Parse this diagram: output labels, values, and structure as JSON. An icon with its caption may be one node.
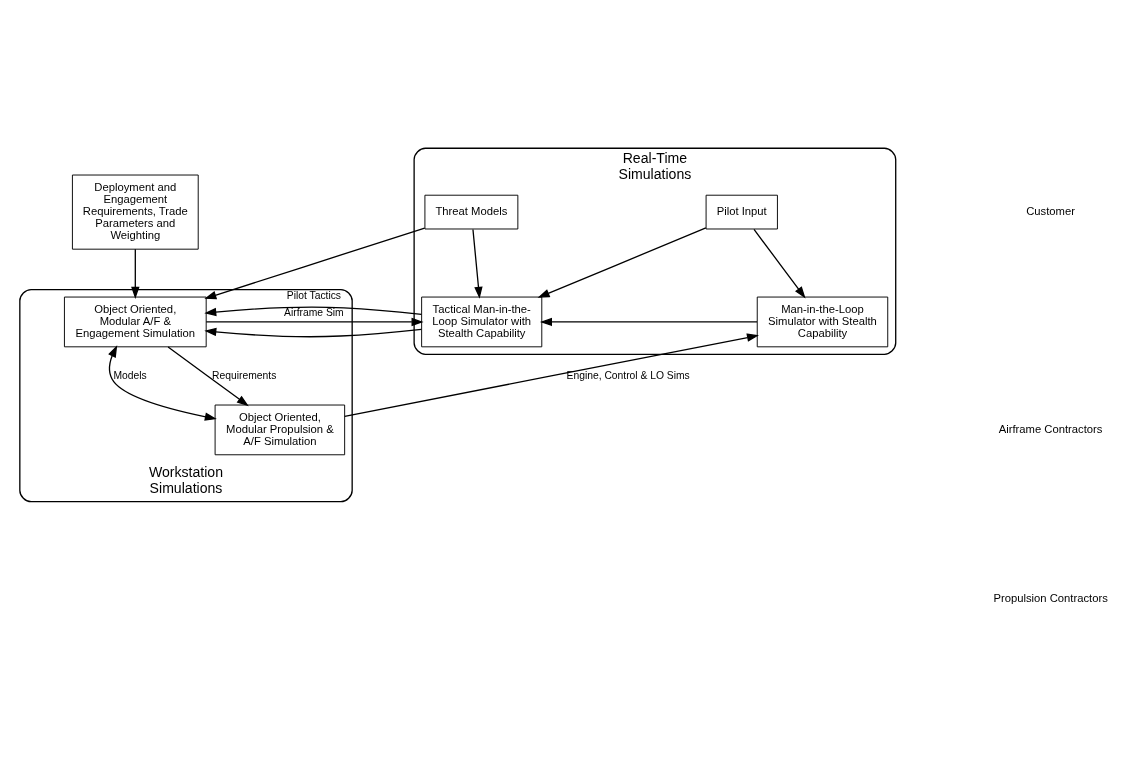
{
  "diagram": {
    "nodes": [
      {
        "text": [
          "Deployment and Engagement Requirements, Trade Parameters and Weighting"
        ]
      },
      {
        "text": [
          "Real-Time Simulations"
        ]
      },
      {
        "text": [
          "Workstation Simulations"
        ]
      },
      {
        "text": [
          "Object Oriented, Modular A/F & Engagement Simulation"
        ],
        "in": 2
      },
      {
        "text": [
          "Threat Models"
        ],
        "in": 1
      },
      {
        "text": [
          "Pilot Input"
        ],
        "in": 1
      },
      {
        "text": [
          "Tactical Man-in-the-Loop Simulator with Stealth Capability"
        ],
        "in": 1
      },
      {
        "text": [
          "Object Oriented, Modular Propulsion & A/F Simulation"
        ],
        "in": 2
      },
      {
        "text": [
          "Man-in-the-Loop Simulator with Stealth Capability"
        ],
        "in": 1
      }
    ],
    "edges": [
      {
        "from": 0,
        "to": 3,
        "arrow": "to"
      },
      {
        "from": 4,
        "to": 3,
        "arrow": "to"
      },
      {
        "from": 4,
        "to": 6,
        "arrow": "to"
      },
      {
        "from": 5,
        "to": 6,
        "arrow": "to"
      },
      {
        "from": 3,
        "to": 6,
        "arrow": "to",
        "label": "Airframe Sim"
      },
      {
        "from": 6,
        "to": 3,
        "arrow": "to",
        "label": "Pilot Tactics"
      },
      {
        "from": 3,
        "to": 7,
        "arrow": "both",
        "label": "Models"
      },
      {
        "from": 3,
        "to": 7,
        "arrow": "to",
        "label": "Requirements"
      },
      {
        "from": 7,
        "to": 8,
        "arrow": "to",
        "label": "Engine, Control & LO Sims"
      },
      {
        "from": 8,
        "to": 6,
        "arrow": "to"
      },
      {
        "from": 5,
        "to": 8,
        "arrow": "to"
      }
    ],
    "labels": [
      "Customer",
      "Airframe Contractors",
      "Propulsion Contractors"
    ]
  }
}
